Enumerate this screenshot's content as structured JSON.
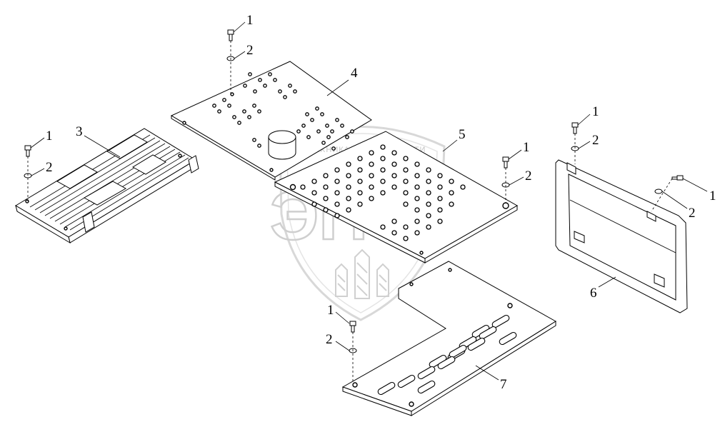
{
  "watermark": {
    "brand": "ЭПФ",
    "tagline_left": "ТЕХНИКА",
    "tagline_right": "ЗАПЧАСТИ"
  },
  "callouts": {
    "bolt": "1",
    "washer": "2",
    "grille": "3",
    "top_panel": "4",
    "perforated_panel": "5",
    "side_frame": "6",
    "bottom_plate": "7"
  }
}
